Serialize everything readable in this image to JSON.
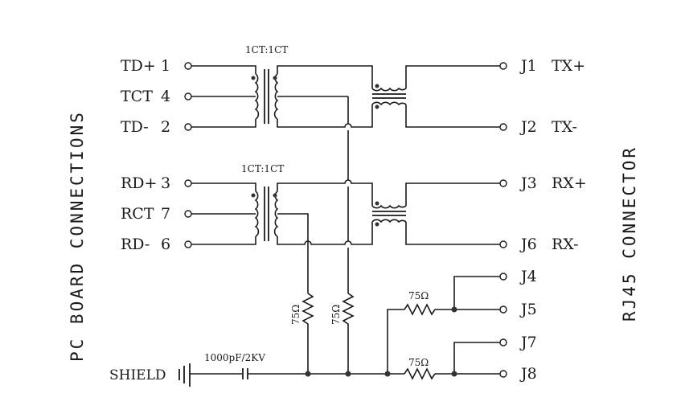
{
  "side_labels": {
    "left": "PC BOARD CONNECTIONS",
    "right": "RJ45 CONNECTOR"
  },
  "transformers": [
    {
      "ratio": "1CT:1CT"
    },
    {
      "ratio": "1CT:1CT"
    }
  ],
  "pc_pins": [
    {
      "name": "TD+",
      "number": "1"
    },
    {
      "name": "TCT",
      "number": "4"
    },
    {
      "name": "TD-",
      "number": "2"
    },
    {
      "name": "RD+",
      "number": "3"
    },
    {
      "name": "RCT",
      "number": "7"
    },
    {
      "name": "RD-",
      "number": "6"
    }
  ],
  "rj45_pins": [
    {
      "pin": "J1",
      "signal": "TX+"
    },
    {
      "pin": "J2",
      "signal": "TX-"
    },
    {
      "pin": "J3",
      "signal": "RX+"
    },
    {
      "pin": "J6",
      "signal": "RX-"
    },
    {
      "pin": "J4",
      "signal": ""
    },
    {
      "pin": "J5",
      "signal": ""
    },
    {
      "pin": "J7",
      "signal": ""
    },
    {
      "pin": "J8",
      "signal": ""
    }
  ],
  "resistors": [
    {
      "value": "75Ω"
    },
    {
      "value": "75Ω"
    },
    {
      "value": "75Ω"
    },
    {
      "value": "75Ω"
    }
  ],
  "capacitor": {
    "value": "1000pF/2KV"
  },
  "shield_label": "SHIELD"
}
